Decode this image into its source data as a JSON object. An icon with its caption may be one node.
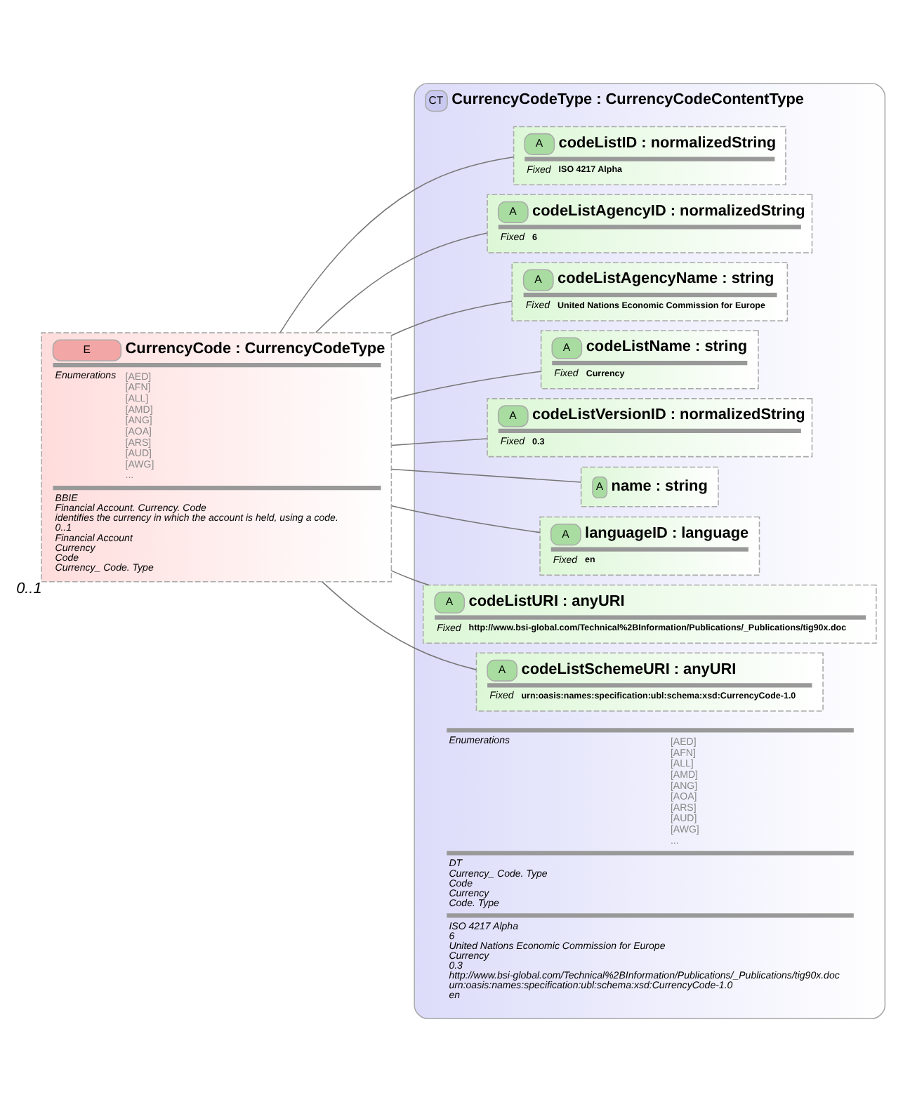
{
  "diagram": {
    "nodes": [
      {
        "text": [
          "E",
          "CurrencyCode : CurrencyCodeType",
          "Enumerations",
          "[AED]",
          "[AFN]",
          "[ALL]",
          "[AMD]",
          "[ANG]",
          "[AOA]",
          "[ARS]",
          "[AUD]",
          "[AWG]",
          "...",
          "BBIE",
          "Financial Account. Currency. Code",
          "identifies the currency in which the account is held, using a code.",
          "0..1",
          "Financial Account",
          "Currency",
          "Code",
          "Currency_ Code. Type"
        ],
        "beside": [
          "0..1"
        ]
      },
      {
        "text": [
          "CT",
          "CurrencyCodeType : CurrencyCodeContentType",
          "Enumerations",
          "[AED]",
          "[AFN]",
          "[ALL]",
          "[AMD]",
          "[ANG]",
          "[AOA]",
          "[ARS]",
          "[AUD]",
          "[AWG]",
          "...",
          "DT",
          "Currency_ Code. Type",
          "Code",
          "Currency",
          "Code. Type",
          "ISO 4217 Alpha",
          "6",
          "United Nations Economic Commission for Europe",
          "Currency",
          "0.3",
          "http://www.bsi-global.com/Technical%2BInformation/Publications/_Publications/tig90x.doc",
          "urn:oasis:names:specification:ubl:schema:xsd:CurrencyCode-1.0",
          "en"
        ]
      },
      {
        "text": [
          "A",
          "codeListID : normalizedString",
          "Fixed",
          "ISO 4217 Alpha"
        ],
        "in": 1
      },
      {
        "text": [
          "A",
          "codeListAgencyID : normalizedString",
          "Fixed",
          "6"
        ],
        "in": 1
      },
      {
        "text": [
          "A",
          "codeListAgencyName : string",
          "Fixed",
          "United Nations Economic Commission for Europe"
        ],
        "in": 1
      },
      {
        "text": [
          "A",
          "codeListName : string",
          "Fixed",
          "Currency"
        ],
        "in": 1
      },
      {
        "text": [
          "A",
          "codeListVersionID : normalizedString",
          "Fixed",
          "0.3"
        ],
        "in": 1
      },
      {
        "text": [
          "A",
          "name : string"
        ],
        "in": 1
      },
      {
        "text": [
          "A",
          "languageID : language",
          "Fixed",
          "en"
        ],
        "in": 1
      },
      {
        "text": [
          "A",
          "codeListURI : anyURI",
          "Fixed",
          "http://www.bsi-global.com/Technical%2BInformation/Publications/_Publications/tig90x.doc"
        ],
        "in": 1
      },
      {
        "text": [
          "A",
          "codeListSchemeURI : anyURI",
          "Fixed",
          "urn:oasis:names:specification:ubl:schema:xsd:CurrencyCode-1.0"
        ],
        "in": 1
      }
    ],
    "edges": [
      {
        "from": 0,
        "to": 2,
        "arrow": "none"
      },
      {
        "from": 0,
        "to": 3,
        "arrow": "none"
      },
      {
        "from": 0,
        "to": 4,
        "arrow": "none"
      },
      {
        "from": 0,
        "to": 5,
        "arrow": "none"
      },
      {
        "from": 0,
        "to": 6,
        "arrow": "none"
      },
      {
        "from": 0,
        "to": 7,
        "arrow": "none"
      },
      {
        "from": 0,
        "to": 8,
        "arrow": "none"
      },
      {
        "from": 0,
        "to": 9,
        "arrow": "none"
      },
      {
        "from": 0,
        "to": 10,
        "arrow": "none"
      }
    ]
  }
}
